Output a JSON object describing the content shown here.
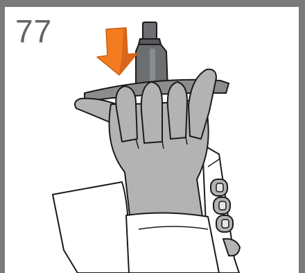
{
  "step": {
    "number": "77"
  },
  "illustration": {
    "arrow_direction": "down",
    "colors": {
      "frame": "#7a7a7a",
      "arrow": "#f47c20",
      "arrow_edge": "#c75f12",
      "glove": "#b3b3b3",
      "glove_outline": "#1a1a1a",
      "spindle": "#6d6e71",
      "flange": "#8c8c8c",
      "sleeve": "#ffffff"
    },
    "icons": [
      "down-arrow-icon",
      "gloved-hand",
      "spindle-flange"
    ]
  }
}
